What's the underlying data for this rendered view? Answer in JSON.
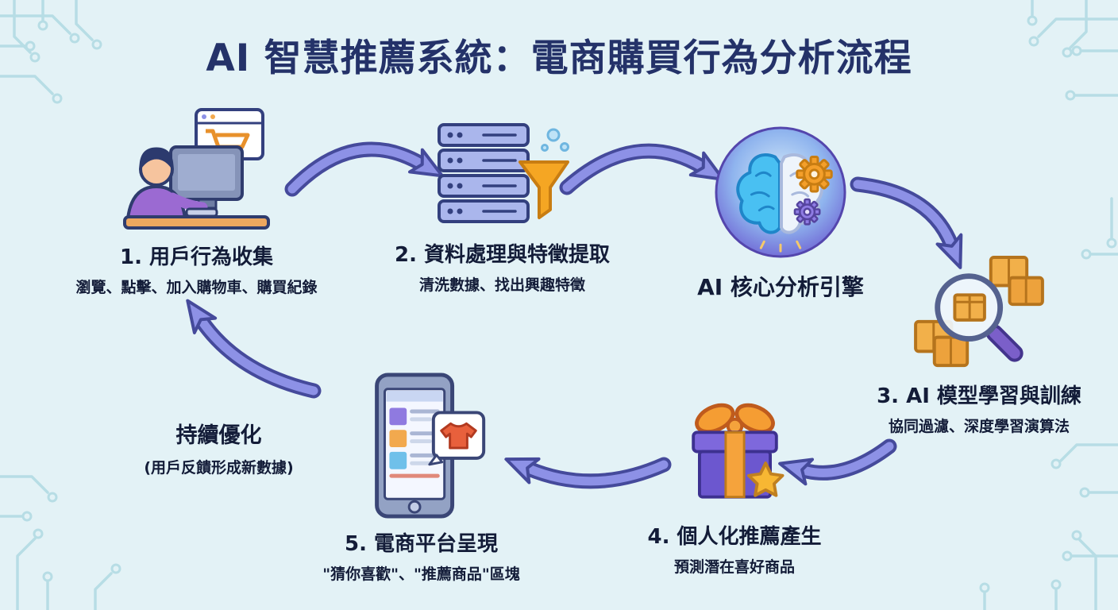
{
  "title": "AI 智慧推薦系統：電商購買行為分析流程",
  "colors": {
    "background": "#e3f2f6",
    "title_text": "#243269",
    "body_text": "#131c38",
    "arrow_fill": "#8d91e6",
    "arrow_outline": "#454a9b",
    "circuit_line": "#b7dde5"
  },
  "steps": [
    {
      "id": "collect",
      "label": "1. 用戶行為收集",
      "sub": "瀏覽、點擊、加入購物車、購買紀錄",
      "icon": "user-at-computer-icon"
    },
    {
      "id": "process",
      "label": "2. 資料處理與特徵提取",
      "sub": "清洗數據、找出興趣特徵",
      "icon": "server-funnel-icon"
    },
    {
      "id": "engine",
      "label": "AI 核心分析引擎",
      "sub": "",
      "icon": "ai-brain-gears-icon"
    },
    {
      "id": "train",
      "label": "3. AI 模型學習與訓練",
      "sub": "協同過濾、深度學習演算法",
      "icon": "magnifier-boxes-icon"
    },
    {
      "id": "recommend",
      "label": "4. 個人化推薦產生",
      "sub": "預測潛在喜好商品",
      "icon": "gift-star-icon"
    },
    {
      "id": "present",
      "label": "5. 電商平台呈現",
      "sub": "\"猜你喜歡\"、\"推薦商品\"區塊",
      "icon": "phone-app-icon"
    },
    {
      "id": "loop",
      "label": "持續優化",
      "sub": "(用戶反饋形成新數據)",
      "icon": "loop-arrow-icon"
    }
  ]
}
